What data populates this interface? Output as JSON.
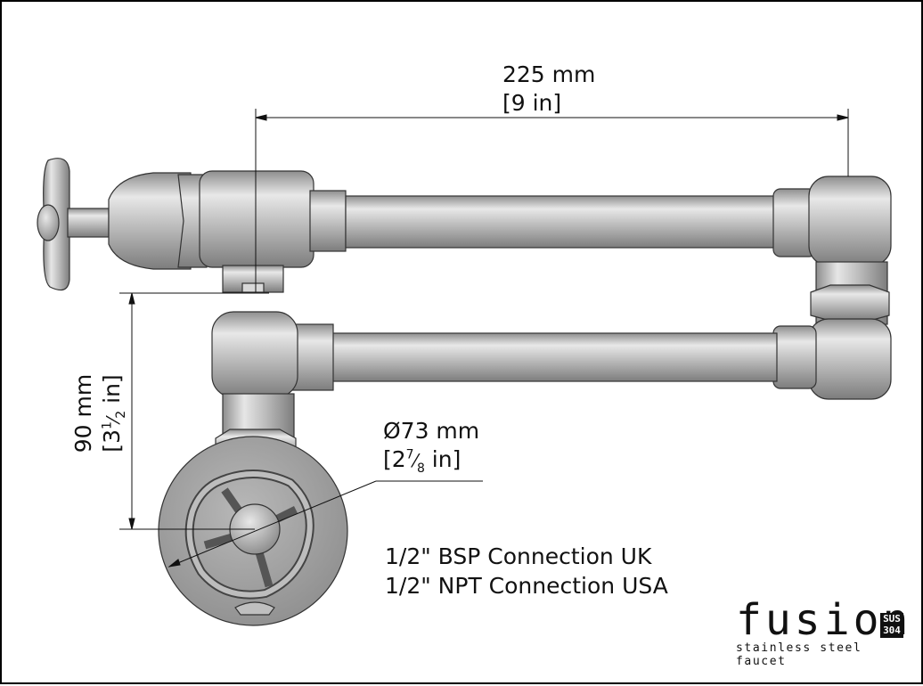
{
  "dimensions": {
    "width_mm": "225 mm",
    "width_in": "[9 in]",
    "height_mm": "90 mm",
    "height_in_open": "[3",
    "height_in_frac_num": "1",
    "height_in_frac_den": "2",
    "height_in_close": " in]",
    "diameter_mm": "Ø73 mm",
    "diameter_in_open": "[2",
    "diameter_in_frac_num": "7",
    "diameter_in_frac_den": "8",
    "diameter_in_close": " in]"
  },
  "connections": {
    "uk": "1/2\" BSP Connection UK",
    "usa": "1/2\" NPT Connection USA"
  },
  "brand": {
    "name": "fusion",
    "badge_top": "SUS",
    "badge_bottom": "304",
    "tagline": "stainless steel faucet"
  },
  "colors": {
    "metal_dark": "#9a9a9a",
    "metal_mid": "#c4c4c4",
    "metal_light": "#e6e6e6",
    "outline": "#333333"
  }
}
